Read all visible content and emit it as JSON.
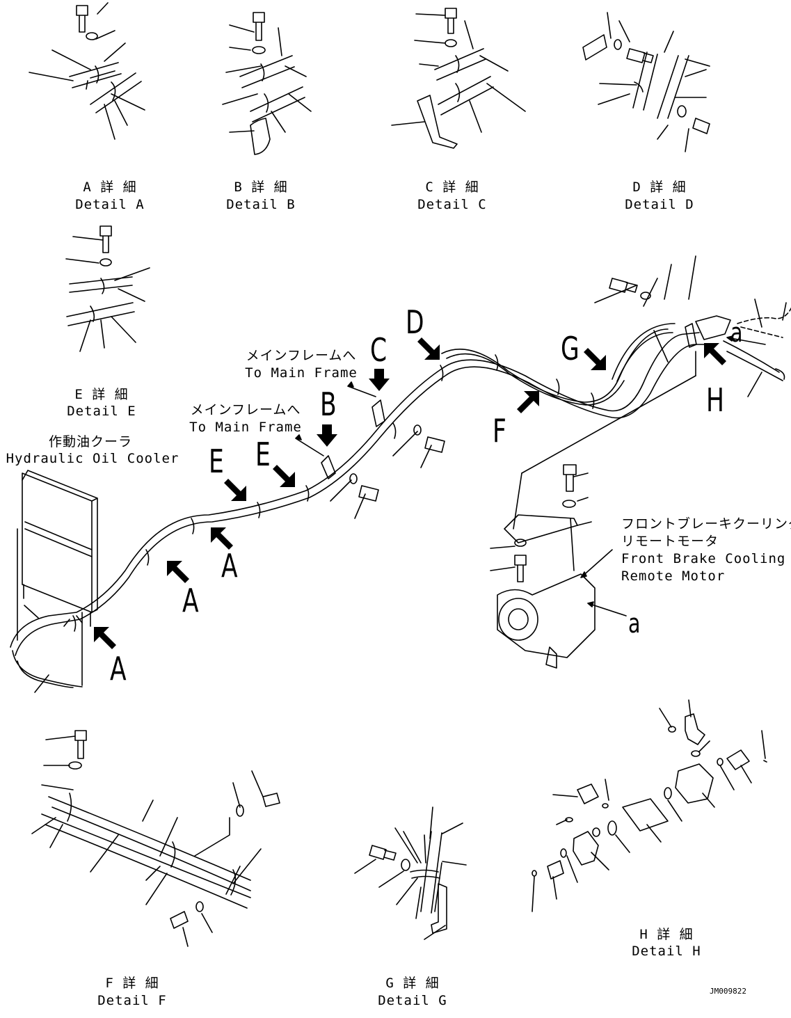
{
  "details": {
    "A": {
      "jp": "A 詳 細",
      "en": "Detail A"
    },
    "B": {
      "jp": "B 詳 細",
      "en": "Detail B"
    },
    "C": {
      "jp": "C 詳 細",
      "en": "Detail C"
    },
    "D": {
      "jp": "D 詳 細",
      "en": "Detail D"
    },
    "E": {
      "jp": "E 詳 細",
      "en": "Detail E"
    },
    "F": {
      "jp": "F 詳 細",
      "en": "Detail F"
    },
    "G": {
      "jp": "G 詳 細",
      "en": "Detail G"
    },
    "H": {
      "jp": "H 詳 細",
      "en": "Detail H"
    }
  },
  "callouts": {
    "main_frame_1_jp": "メインフレームへ",
    "main_frame_1_en": "To Main Frame",
    "main_frame_2_jp": "メインフレームへ",
    "main_frame_2_en": "To Main Frame",
    "oil_cooler_jp": "作動油クーラ",
    "oil_cooler_en": "Hydraulic Oil Cooler",
    "motor_jp_1": "フロントブレーキクーリング",
    "motor_jp_2": "リモートモータ",
    "motor_en_1": "Front Brake Cooling",
    "motor_en_2": "Remote Motor"
  },
  "view_letters": {
    "A1": "A",
    "A2": "A",
    "A3": "A",
    "B": "B",
    "C": "C",
    "D": "D",
    "E1": "E",
    "E2": "E",
    "F": "F",
    "G": "G",
    "H": "H",
    "a1": "a",
    "a2": "a"
  },
  "drawing_code": "JM009822"
}
